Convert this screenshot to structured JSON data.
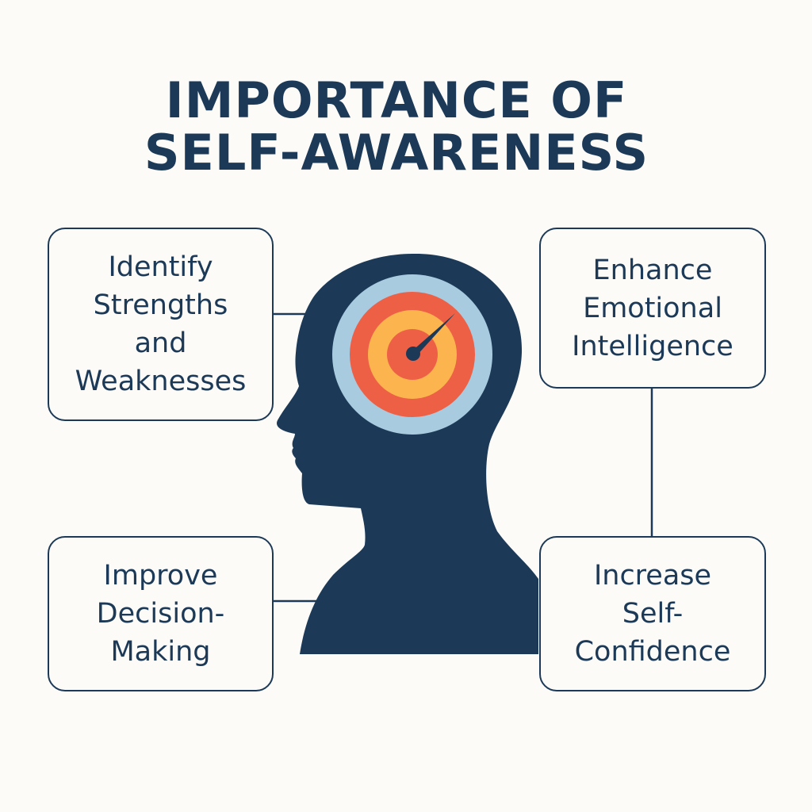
{
  "title": {
    "line1": "IMPORTANCE OF",
    "line2": "SELF-AWARENESS"
  },
  "boxes": [
    {
      "lines": [
        "Identify",
        "Strengths",
        "and",
        "Weaknesses"
      ]
    },
    {
      "lines": [
        "Enhance",
        "Emotional",
        "Intelligence"
      ]
    },
    {
      "lines": [
        "Improve",
        "Decision-",
        "Making"
      ]
    },
    {
      "lines": [
        "Increase",
        "Self-",
        "Confidence"
      ]
    }
  ],
  "colors": {
    "navy": "#1c3a57",
    "background": "#fcfbf7",
    "ring_outer": "#a8cbe0",
    "ring_red": "#ee6046",
    "ring_yellow": "#fcb44e"
  },
  "icons": {
    "head": "head-silhouette-icon",
    "target": "target-gauge-icon"
  }
}
